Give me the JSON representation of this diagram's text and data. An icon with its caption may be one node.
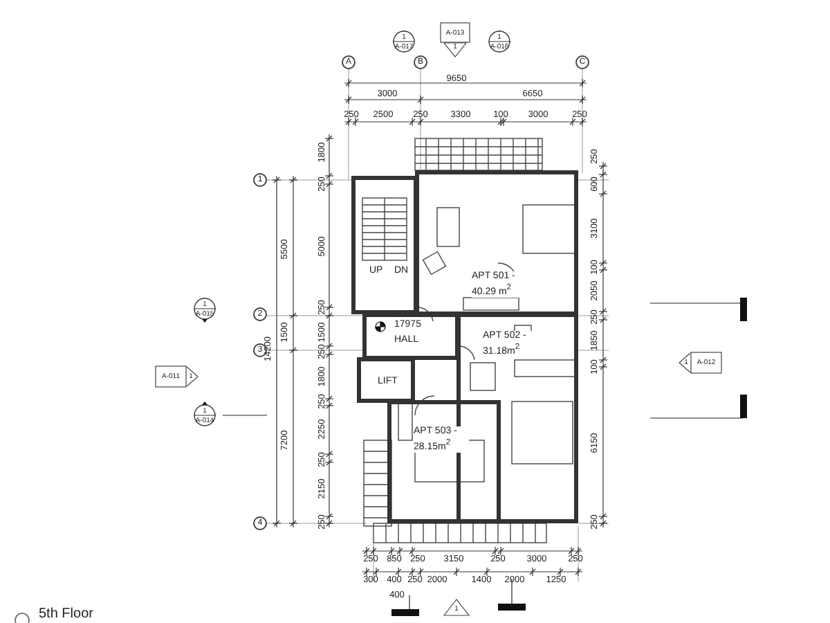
{
  "diagram": {
    "title": "5th Floor",
    "nodes": [
      {
        "text": [
          "A"
        ]
      },
      {
        "text": [
          "B"
        ]
      },
      {
        "text": [
          "C"
        ]
      },
      {
        "text": [
          "1"
        ]
      },
      {
        "text": [
          "2"
        ]
      },
      {
        "text": [
          "3"
        ]
      },
      {
        "text": [
          "4"
        ]
      },
      {
        "text": [
          "1",
          "A-017"
        ]
      },
      {
        "text": [
          "A-013",
          "1"
        ]
      },
      {
        "text": [
          "1",
          "A-016"
        ]
      },
      {
        "text": [
          "1",
          "A-015"
        ]
      },
      {
        "text": [
          "A-011",
          "1"
        ]
      },
      {
        "text": [
          "1",
          "A-014"
        ]
      },
      {
        "text": [
          "1",
          "A-012"
        ]
      },
      {
        "text": [
          "1"
        ]
      },
      {
        "text": [
          "UP",
          "DN"
        ]
      },
      {
        "text": [
          "17975",
          "HALL"
        ]
      },
      {
        "text": [
          "LIFT"
        ]
      },
      {
        "text": [
          "APT 501 - 40.29 m$^{2}$"
        ]
      },
      {
        "text": [
          "APT 502 - 31.18m$^{2}$"
        ]
      },
      {
        "text": [
          "APT 503 - 28.15m$^{2}$"
        ]
      }
    ],
    "labels": [
      "9650",
      "3000",
      "6650",
      "250",
      "2500",
      "250",
      "3300",
      "100",
      "3000",
      "250",
      "5500",
      "14200",
      "1500",
      "7200",
      "1800",
      "250",
      "5000",
      "250",
      "1500",
      "250",
      "1800",
      "250",
      "2250",
      "250",
      "2150",
      "250",
      "250",
      "600",
      "3100",
      "100",
      "2050",
      "250",
      "1850",
      "100",
      "6150",
      "250",
      "250",
      "850",
      "250",
      "3150",
      "250",
      "3000",
      "250",
      "300",
      "400",
      "250",
      "2000",
      "1400",
      "2000",
      "1250",
      "400"
    ]
  }
}
